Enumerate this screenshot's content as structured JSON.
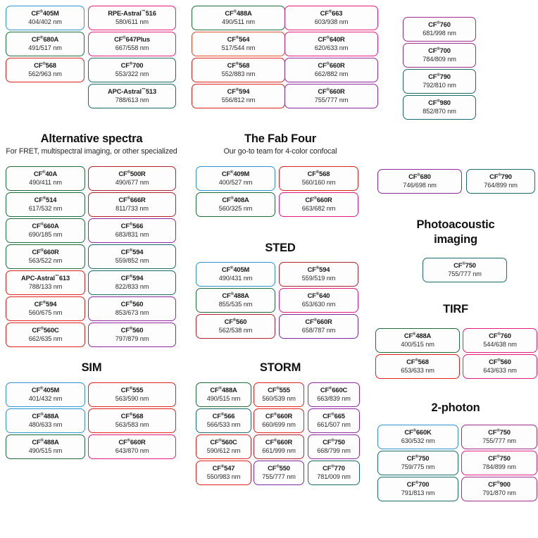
{
  "page": {
    "title": "Fluorescent dye selection chart",
    "background": "#ffffff"
  },
  "colors": {
    "blue": "#2f92d4",
    "green": "#1e6b3a",
    "red": "#e0201b",
    "magenta": "#e6197d",
    "orange": "#e04a24",
    "purple": "#8e26a0",
    "teal": "#176b68",
    "plum": "#9c2b8e",
    "crimson": "#b51f2e",
    "violet": "#7a2a9e"
  },
  "top_section": {
    "col1": [
      {
        "name": "CF®405M",
        "spec": "404/402 nm",
        "color": "blue"
      },
      {
        "name": "CF®680A",
        "spec": "491/517 nm",
        "color": "green"
      },
      {
        "name": "CF®568",
        "spec": "562/963 nm",
        "color": "red"
      }
    ],
    "col2": [
      {
        "name": "RPE-Astral™516",
        "spec": "580/611 nm",
        "color": "magenta"
      },
      {
        "name": "CF®647Plus",
        "spec": "667/558 nm",
        "color": "magenta"
      },
      {
        "name": "CF®700",
        "spec": "553/322 nm",
        "color": "teal"
      },
      {
        "name": "APC-Astral™513",
        "spec": "788/613 nm",
        "color": "teal"
      }
    ],
    "col3": [
      {
        "name": "CF®488A",
        "spec": "490/511 nm",
        "color": "green"
      },
      {
        "name": "CF®564",
        "spec": "517/544 nm",
        "color": "orange"
      },
      {
        "name": "CF®568",
        "spec": "552/883 nm",
        "color": "red"
      },
      {
        "name": "CF®594",
        "spec": "556/812 nm",
        "color": "red"
      }
    ],
    "col4": [
      {
        "name": "CF®663",
        "spec": "603/938 nm",
        "color": "magenta"
      },
      {
        "name": "CF®640R",
        "spec": "620/633 nm",
        "color": "magenta"
      },
      {
        "name": "CF®660R",
        "spec": "662/882 nm",
        "color": "purple"
      },
      {
        "name": "CF®660R",
        "spec": "755/777 nm",
        "color": "purple"
      }
    ],
    "col5": [
      {
        "name": "CF®760",
        "spec": "681/998 nm",
        "color": "plum"
      },
      {
        "name": "CF®700",
        "spec": "784/809 nm",
        "color": "plum"
      },
      {
        "name": "CF®790",
        "spec": "792/810 nm",
        "color": "teal"
      },
      {
        "name": "CF®980",
        "spec": "852/870 nm",
        "color": "teal"
      }
    ]
  },
  "alternative_spectra": {
    "title": "Alternative spectra",
    "subtitle": "For FRET, multispectral imaging, or other specialized",
    "col1": [
      {
        "name": "CF®40A",
        "spec": "490/411 nm",
        "color": "green"
      },
      {
        "name": "CF®514",
        "spec": "617/532 nm",
        "color": "green"
      },
      {
        "name": "CF®660A",
        "spec": "690/185 nm",
        "color": "green"
      },
      {
        "name": "CF®660R",
        "spec": "563/522 nm",
        "color": "green"
      },
      {
        "name": "APC-Astral™613",
        "spec": "788/133 nm",
        "color": "red"
      },
      {
        "name": "CF®594",
        "spec": "560/675 nm",
        "color": "red"
      },
      {
        "name": "CF®560C",
        "spec": "662/635 nm",
        "color": "red"
      }
    ],
    "col2": [
      {
        "name": "CF®500R",
        "spec": "490/677 nm",
        "color": "crimson"
      },
      {
        "name": "CF®666R",
        "spec": "811/733 nm",
        "color": "crimson"
      },
      {
        "name": "CF®566",
        "spec": "683/831 nm",
        "color": "purple"
      },
      {
        "name": "CF®594",
        "spec": "559/852 nm",
        "color": "teal"
      },
      {
        "name": "CF®594",
        "spec": "822/833 nm",
        "color": "teal"
      },
      {
        "name": "CF®560",
        "spec": "853/673 nm",
        "color": "purple"
      },
      {
        "name": "CF®560",
        "spec": "797/879 nm",
        "color": "purple"
      }
    ]
  },
  "fab_four": {
    "title": "The Fab Four",
    "subtitle": "Our go-to team for 4-color confocal",
    "col1": [
      {
        "name": "CF®409M",
        "spec": "400/527 nm",
        "color": "blue"
      },
      {
        "name": "CF®408A",
        "spec": "560/325 nm",
        "color": "green"
      }
    ],
    "col2": [
      {
        "name": "CF®568",
        "spec": "560/160 nm",
        "color": "red"
      },
      {
        "name": "CF®660R",
        "spec": "663/682 nm",
        "color": "magenta"
      }
    ]
  },
  "sted": {
    "title": "STED",
    "col1": [
      {
        "name": "CF®405M",
        "spec": "490/431 nm",
        "color": "blue"
      },
      {
        "name": "CF®488A",
        "spec": "855/535 nm",
        "color": "green"
      },
      {
        "name": "CF®560",
        "spec": "562/538 nm",
        "color": "crimson"
      }
    ],
    "col2": [
      {
        "name": "CF®594",
        "spec": "559/519 nm",
        "color": "crimson"
      },
      {
        "name": "CF®640",
        "spec": "653/630 nm",
        "color": "magenta"
      },
      {
        "name": "CF®660R",
        "spec": "658/787 nm",
        "color": "violet"
      }
    ]
  },
  "sim": {
    "title": "SIM",
    "col1": [
      {
        "name": "CF®405M",
        "spec": "401/432 nm",
        "color": "blue"
      },
      {
        "name": "CF®488A",
        "spec": "480/633 nm",
        "color": "blue"
      },
      {
        "name": "CF®488A",
        "spec": "490/515 nm",
        "color": "green"
      }
    ],
    "col2": [
      {
        "name": "CF®555",
        "spec": "563/590 nm",
        "color": "red"
      },
      {
        "name": "CF®568",
        "spec": "563/583 nm",
        "color": "red"
      },
      {
        "name": "CF®660R",
        "spec": "643/870 nm",
        "color": "magenta"
      }
    ]
  },
  "storm": {
    "title": "STORM",
    "col1": [
      {
        "name": "CF®488A",
        "spec": "490/515 nm",
        "color": "green"
      },
      {
        "name": "CF®566",
        "spec": "566/533 nm",
        "color": "teal"
      },
      {
        "name": "CF®560C",
        "spec": "590/612 nm",
        "color": "red"
      },
      {
        "name": "CF®547",
        "spec": "550/983 nm",
        "color": "red"
      }
    ],
    "col2": [
      {
        "name": "CF®555",
        "spec": "560/539 nm",
        "color": "red"
      },
      {
        "name": "CF®660R",
        "spec": "660/699 nm",
        "color": "red"
      },
      {
        "name": "CF®660R",
        "spec": "661/999 nm",
        "color": "crimson"
      },
      {
        "name": "CF®550",
        "spec": "755/777 nm",
        "color": "violet"
      }
    ],
    "col3": [
      {
        "name": "CF®660C",
        "spec": "663/839 nm",
        "color": "purple"
      },
      {
        "name": "CF®665",
        "spec": "661/507 nm",
        "color": "purple"
      },
      {
        "name": "CF®750",
        "spec": "668/799 nm",
        "color": "purple"
      },
      {
        "name": "CF®770",
        "spec": "781/009 nm",
        "color": "teal"
      }
    ]
  },
  "right_pair": [
    {
      "name": "CF®680",
      "spec": "746/698 nm",
      "color": "purple"
    },
    {
      "name": "CF®790",
      "spec": "764/899 nm",
      "color": "teal"
    }
  ],
  "photoacoustic": {
    "title_line1": "Photoacoustic",
    "title_line2": "imaging",
    "items": [
      {
        "name": "CF®750",
        "spec": "755/777 nm",
        "color": "teal"
      }
    ]
  },
  "tirf": {
    "title": "TIRF",
    "col1": [
      {
        "name": "CF®488A",
        "spec": "400/515 nm",
        "color": "green"
      },
      {
        "name": "CF®568",
        "spec": "653/633 nm",
        "color": "red"
      }
    ],
    "col2": [
      {
        "name": "CF®760",
        "spec": "544/638 nm",
        "color": "magenta"
      },
      {
        "name": "CF®560",
        "spec": "643/633 nm",
        "color": "magenta"
      }
    ]
  },
  "two_photon": {
    "title": "2-photon",
    "col1": [
      {
        "name": "CF®660K",
        "spec": "630/532 nm",
        "color": "blue"
      },
      {
        "name": "CF®750",
        "spec": "759/775 nm",
        "color": "teal"
      },
      {
        "name": "CF®700",
        "spec": "791/813 nm",
        "color": "teal"
      }
    ],
    "col2": [
      {
        "name": "CF®750",
        "spec": "755/777 nm",
        "color": "plum"
      },
      {
        "name": "CF®750",
        "spec": "784/899 nm",
        "color": "magenta"
      },
      {
        "name": "CF®900",
        "spec": "791/870 nm",
        "color": "plum"
      }
    ]
  }
}
